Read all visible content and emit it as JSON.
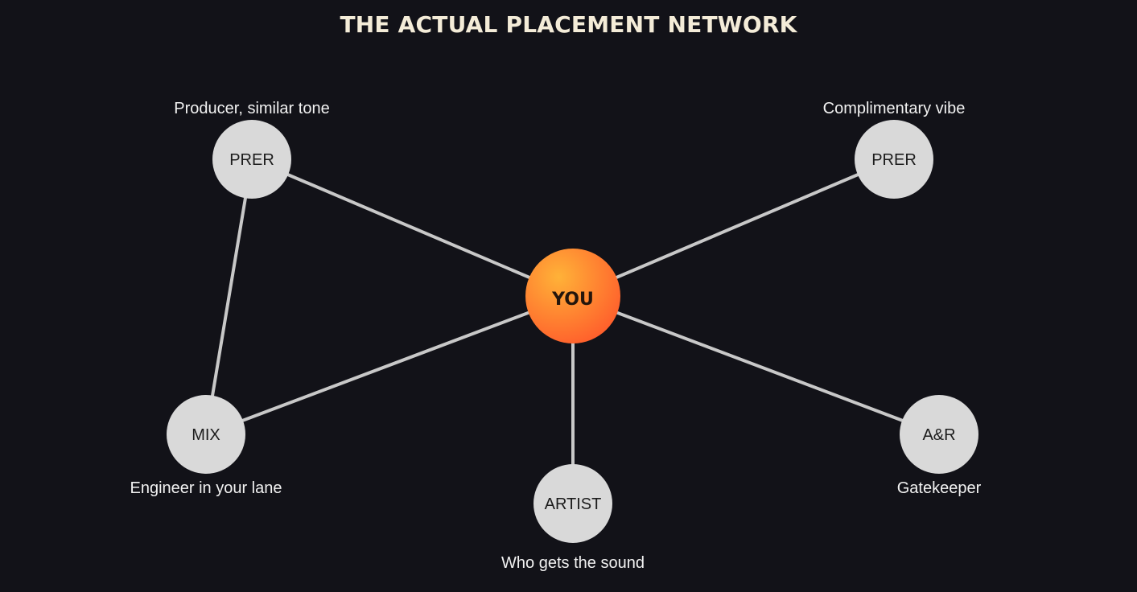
{
  "title": "THE ACTUAL PLACEMENT NETWORK",
  "center": {
    "label": "YOU"
  },
  "nodes": [
    {
      "id": "prer-left",
      "label": "PRER",
      "caption": "Producer, similar tone"
    },
    {
      "id": "prer-right",
      "label": "PRER",
      "caption": "Complimentary vibe"
    },
    {
      "id": "mix",
      "label": "MIX",
      "caption": "Engineer in your lane"
    },
    {
      "id": "artist",
      "label": "ARTIST",
      "caption": "Who gets the sound"
    },
    {
      "id": "anr",
      "label": "A&R",
      "caption": "Gatekeeper"
    }
  ],
  "edges": [
    [
      "you",
      "prer-left"
    ],
    [
      "you",
      "prer-right"
    ],
    [
      "you",
      "mix"
    ],
    [
      "you",
      "artist"
    ],
    [
      "you",
      "anr"
    ],
    [
      "prer-left",
      "mix"
    ]
  ],
  "colors": {
    "background": "#121218",
    "title": "#f4ecd8",
    "node_fill": "#d9d9d9",
    "edge": "#c8c8c8",
    "center_gradient_start": "#ffb238",
    "center_gradient_end": "#ff5a2b",
    "caption": "#f2f2f2"
  }
}
